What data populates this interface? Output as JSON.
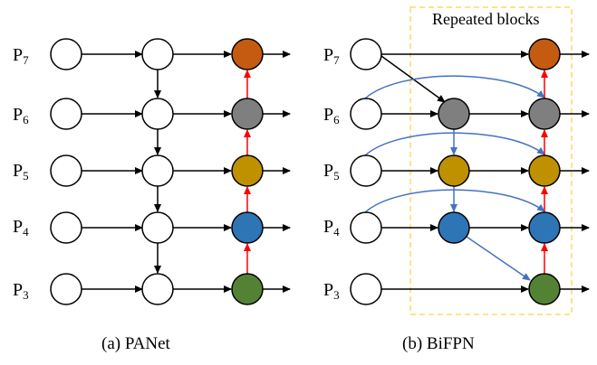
{
  "panet": {
    "caption": "(a)  PANet",
    "levels": [
      {
        "base": "P",
        "sub": "7"
      },
      {
        "base": "P",
        "sub": "6"
      },
      {
        "base": "P",
        "sub": "5"
      },
      {
        "base": "P",
        "sub": "4"
      },
      {
        "base": "P",
        "sub": "3"
      }
    ]
  },
  "bifpn": {
    "caption": "(b)  BiFPN",
    "repeated_label": "Repeated blocks",
    "levels": [
      {
        "base": "P",
        "sub": "7"
      },
      {
        "base": "P",
        "sub": "6"
      },
      {
        "base": "P",
        "sub": "5"
      },
      {
        "base": "P",
        "sub": "4"
      },
      {
        "base": "P",
        "sub": "3"
      }
    ]
  },
  "colors": {
    "p7": "#c55a11",
    "p6": "#7f7f7f",
    "p5": "#bf9000",
    "p4": "#2e75b6",
    "p3": "#548235",
    "red_arrow": "#ff0000",
    "blue_arrow": "#4472c4",
    "dashed_box": "#ffd966"
  }
}
